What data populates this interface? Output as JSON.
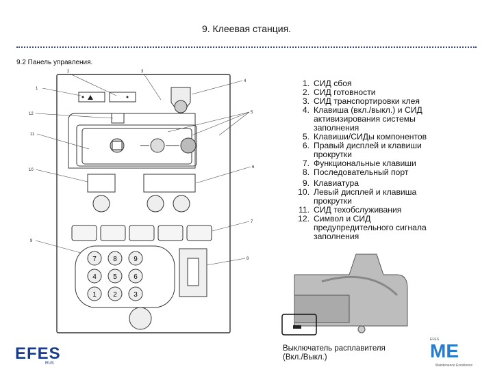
{
  "header": {
    "title": "9. Клеевая станция.",
    "subtitle": "9.2 Панель управления."
  },
  "panel_callouts": [
    "1",
    "2",
    "3",
    "4",
    "5",
    "6",
    "7",
    "8",
    "9",
    "10",
    "11",
    "12"
  ],
  "keypad": [
    "7",
    "8",
    "9",
    "4",
    "5",
    "6",
    "1",
    "2",
    "3"
  ],
  "legend": [
    {
      "num": "1.",
      "text": "СИД сбоя"
    },
    {
      "num": "2.",
      "text": "СИД готовности"
    },
    {
      "num": "3.",
      "text": "СИД транспортировки клея"
    },
    {
      "num": "4.",
      "text": "Клавиша (вкл./выкл.) и СИД активизирования системы заполнения"
    },
    {
      "num": "5.",
      "text": "Клавиши/СИДы компонентов"
    },
    {
      "num": "6.",
      "text": "Правый дисплей и клавиши прокрутки"
    },
    {
      "num": "7.",
      "text": "Функциональные клавиши"
    },
    {
      "num": "8.",
      "text": "Последовательный порт"
    },
    {
      "num": "9.",
      "text": "Клавиатура"
    },
    {
      "num": "10.",
      "text": "Левый дисплей и клавиша прокрутки"
    },
    {
      "num": "11.",
      "text": "СИД техобслуживания"
    },
    {
      "num": "12.",
      "text": "Символ и СИД предупредительного сигнала заполнения"
    }
  ],
  "caption": {
    "line1": "Выключатель расплавителя",
    "line2": "(Вкл./Выкл.)"
  },
  "logos": {
    "efes": "EFES",
    "efes_sub": "RUS",
    "me": "ME",
    "me_top": "EFES",
    "me_sub": "Maintenance Excellence",
    "efes_color": "#1a3a8c",
    "me_color": "#2a7cc8"
  }
}
